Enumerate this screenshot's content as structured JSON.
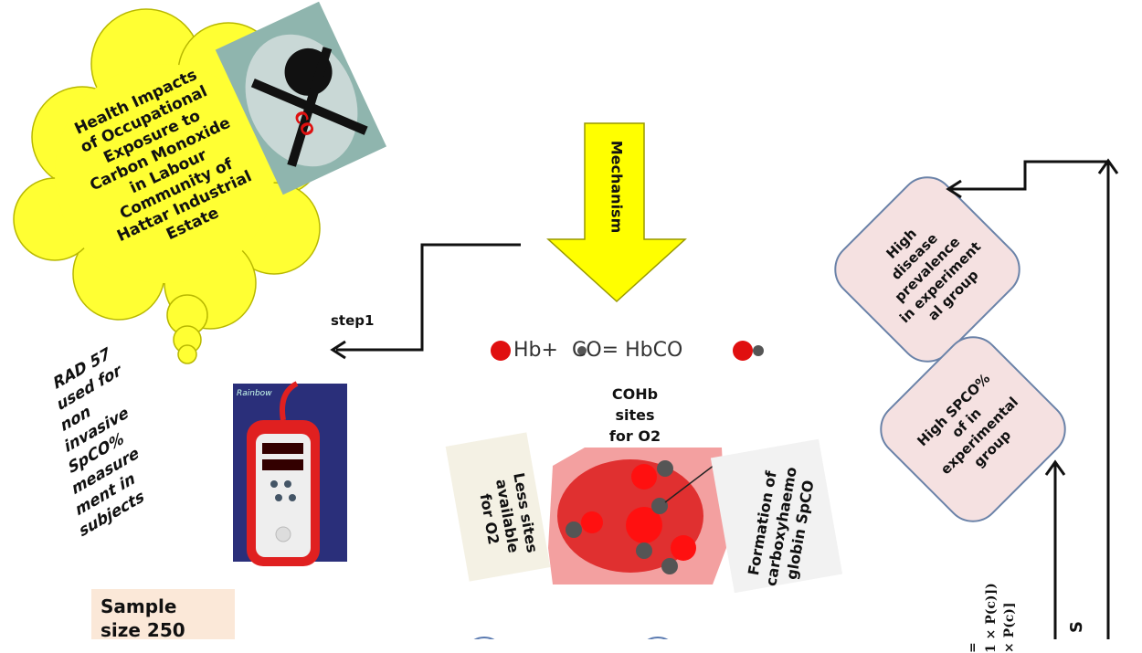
{
  "title_cloud": {
    "text": "Health Impacts\nof Occupational\nExposure to\nCarbon Monoxide\nin Labour\nCommunity of\nHattar Industrial\nEstate"
  },
  "poster": {
    "label": "CO",
    "caption": "carbon monoxide"
  },
  "mechanism_arrow": {
    "label": "Mechanism"
  },
  "step1": {
    "label": "step1"
  },
  "equation": {
    "hb": "Hb",
    "plus": "+",
    "co": "CO",
    "equals": "=",
    "hbco": "HbCO"
  },
  "cohb_label": {
    "text": "COHb\nsites\nfor O2"
  },
  "less_sites": {
    "text": "Less sites\navailable\nfor O2"
  },
  "formation": {
    "text": "Formation of\ncarboxyhaemo\nglobin SpCO"
  },
  "rad57": {
    "text": "RAD 57\nused for\nnon\ninvasive\nSpCO%\nmeasure\nment in\nsubjects"
  },
  "device": {
    "brand": "Rainbow"
  },
  "sample": {
    "text": "Sample\nsize 250"
  },
  "box_disease": {
    "text": "High\ndisease\nprevalence\nin experiment\nal group"
  },
  "box_spco": {
    "text": "High SPCO%\nof in\nexperimental\ngroup"
  },
  "formula": {
    "line1": "= ",
    "line2": "1 × P(c)])",
    "line3": "× P(c)]"
  },
  "side_label": {
    "text": "S"
  },
  "colors": {
    "yellow": "#ffff33",
    "pink_box": "#f5e1e1",
    "box_border": "#6a82a8",
    "red": "#e01010",
    "arrow": "#111111",
    "sample_bg": "#fbe8d8"
  }
}
